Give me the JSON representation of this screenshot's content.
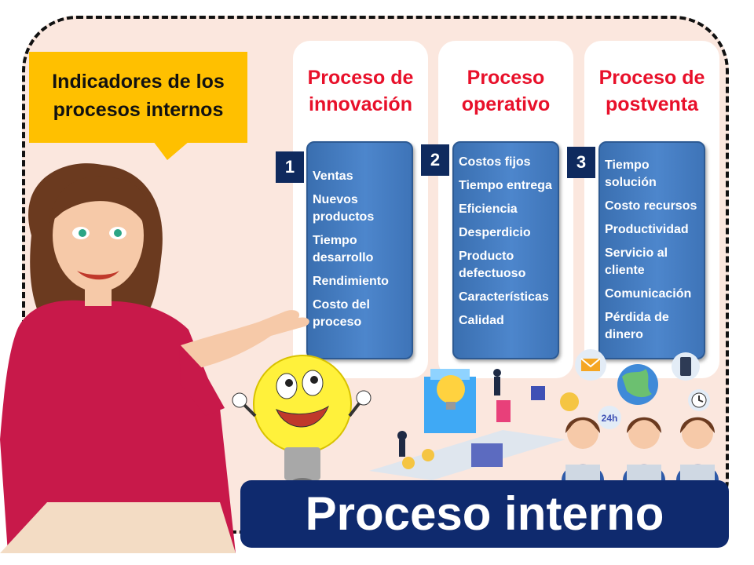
{
  "callout": {
    "text_line1": "Indicadores de los",
    "text_line2": "procesos internos"
  },
  "columns": [
    {
      "number": "1",
      "title_line1": "Proceso de",
      "title_line2": "innovación",
      "items": [
        "Ventas",
        "Nuevos productos",
        "Tiempo desarrollo",
        "Rendimiento",
        "Costo del proceso"
      ]
    },
    {
      "number": "2",
      "title_line1": "Proceso",
      "title_line2": "operativo",
      "items": [
        "Costos fijos",
        "Tiempo entrega",
        "Eficiencia",
        "Desperdicio",
        "Producto defectuoso",
        "Características",
        "Calidad"
      ]
    },
    {
      "number": "3",
      "title_line1": "Proceso de",
      "title_line2": "postventa",
      "items": [
        "Tiempo solución",
        "Costo recursos",
        "Productividad",
        "Servicio al cliente",
        "Comunicación",
        "Pérdida de dinero"
      ]
    }
  ],
  "banner": {
    "title": "Proceso interno"
  },
  "support_badge": "24h",
  "colors": {
    "accent_red": "#e8102a",
    "box_blue": "#4d86cc",
    "navy": "#0f2a6e",
    "callout_yellow": "#ffc000",
    "background_peach": "#fbe7de"
  },
  "icons": [
    "woman-presenter",
    "lightbulb-character",
    "lightbulb-machine",
    "customer-service-agents",
    "globe-icon",
    "email-icon",
    "phone-icon",
    "clock-icon",
    "coin-icon"
  ]
}
